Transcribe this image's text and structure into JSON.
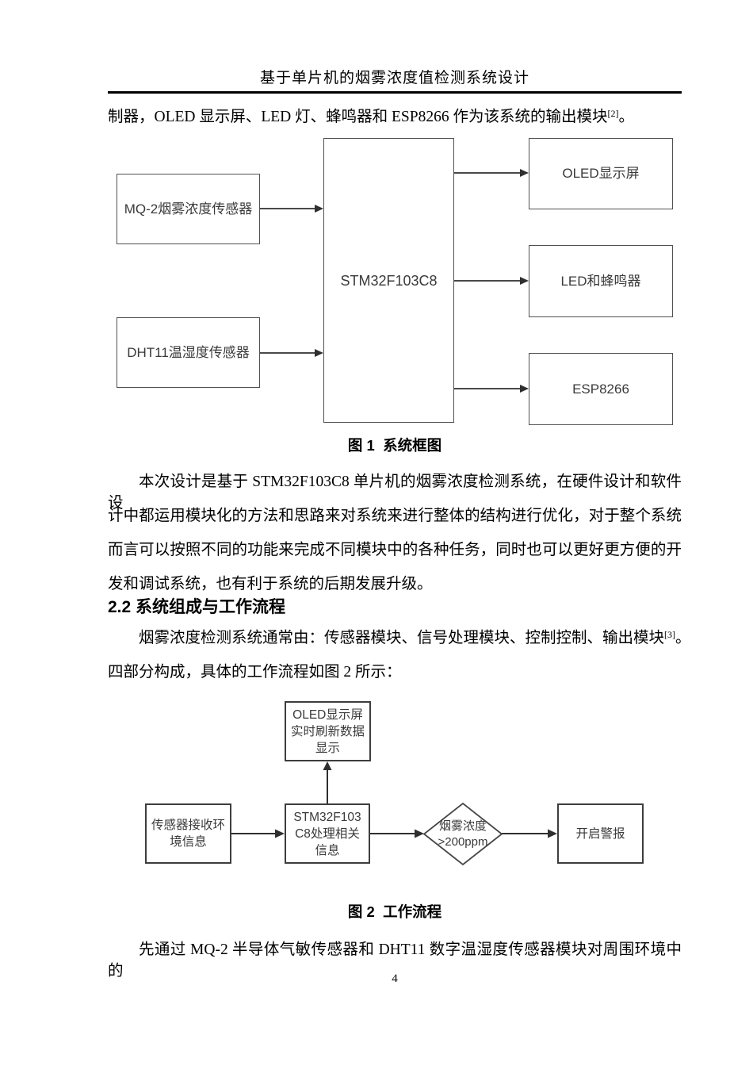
{
  "header": {
    "title": "基于单片机的烟雾浓度值检测系统设计"
  },
  "paragraph1": {
    "main": "制器，OLED 显示屏、LED 灯、蜂鸣器和 ESP8266 作为该系统的输出模块",
    "sup": "[2]",
    "tail": "。"
  },
  "figure1": {
    "boxes": {
      "mq2": "MQ-2烟雾浓度传感器",
      "dht11": "DHT11温湿度传感器",
      "mcu": "STM32F103C8",
      "oled": "OLED显示屏",
      "led": "LED和蜂鸣器",
      "esp": "ESP8266"
    },
    "caption": "图 1  系统框图"
  },
  "paragraph2": {
    "lines": [
      "本次设计是基于 STM32F103C8 单片机的烟雾浓度检测系统，在硬件设计和软件设",
      "计中都运用模块化的方法和思路来对系统来进行整体的结构进行优化，对于整个系统",
      "而言可以按照不同的功能来完成不同模块中的各种任务，同时也可以更好更方便的开",
      "发和调试系统，也有利于系统的后期发展升级。"
    ]
  },
  "section": {
    "heading": "2.2 系统组成与工作流程"
  },
  "paragraph3": {
    "line1_main": "烟雾浓度检测系统通常由：传感器模块、信号处理模块、控制控制、输出模块",
    "line1_sup": "[3]",
    "line1_tail": "。",
    "line2": "四部分构成，具体的工作流程如图 2 所示："
  },
  "figure2": {
    "nodes": {
      "oled_lines": [
        "OLED显示屏",
        "实时刷新数据",
        "显示"
      ],
      "sensor_lines": [
        "传感器接收环",
        "境信息"
      ],
      "mcu_lines": [
        "STM32F103",
        "C8处理相关",
        "信息"
      ],
      "decision_lines": [
        "烟雾浓度",
        ">200ppm"
      ],
      "alarm": "开启警报"
    },
    "caption": "图 2  工作流程"
  },
  "paragraph4": {
    "line1": "先通过 MQ-2 半导体气敏传感器和 DHT11 数字温湿度传感器模块对周围环境中的"
  },
  "footer": {
    "page_number": "4"
  },
  "colors": {
    "text": "#000000",
    "diagram_border": "#4a4a4a",
    "diagram_text": "#3a3a3a",
    "background": "#ffffff"
  }
}
